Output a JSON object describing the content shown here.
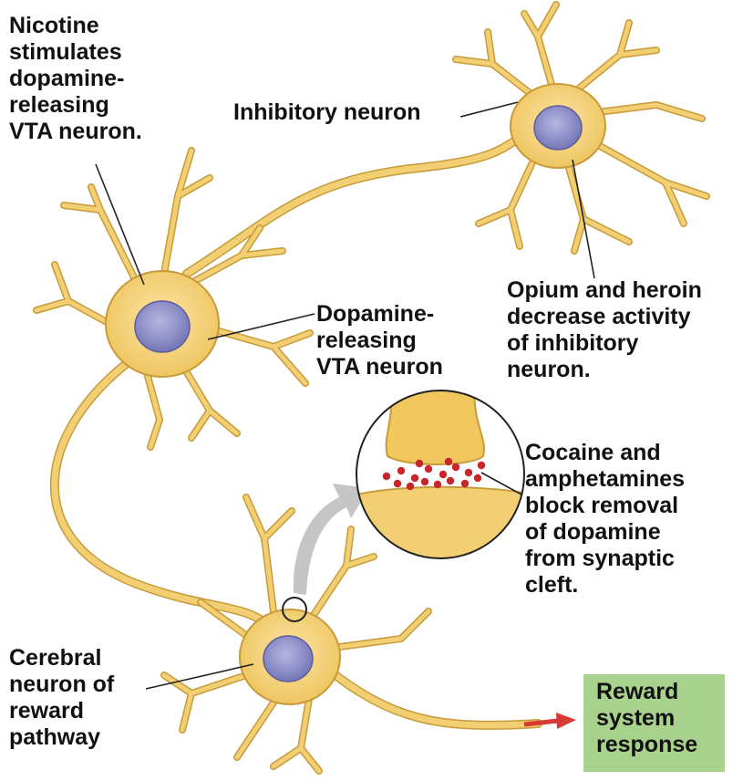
{
  "labels": {
    "nicotine": "Nicotine\nstimulates\ndopamine-\nreleasing\nVTA neuron.",
    "inhibitory": "Inhibitory neuron",
    "opium": "Opium and heroin\ndecrease activity\nof inhibitory\nneuron.",
    "dopamine_neuron": "Dopamine-\nreleasing\nVTA neuron",
    "cocaine": "Cocaine and\namphetamines\nblock removal\nof dopamine\nfrom synaptic\ncleft.",
    "cerebral": "Cerebral\nneuron of\nreward\npathway",
    "reward": "Reward\nsystem\nresponse"
  },
  "colors": {
    "neuron_fill": "#f3cf73",
    "neuron_edge": "#c79b3a",
    "nucleus": "#8f90c9",
    "dopamine_dots": "#c8262b",
    "reward_box": "#a9d18e",
    "arrow": "#d83a34"
  }
}
